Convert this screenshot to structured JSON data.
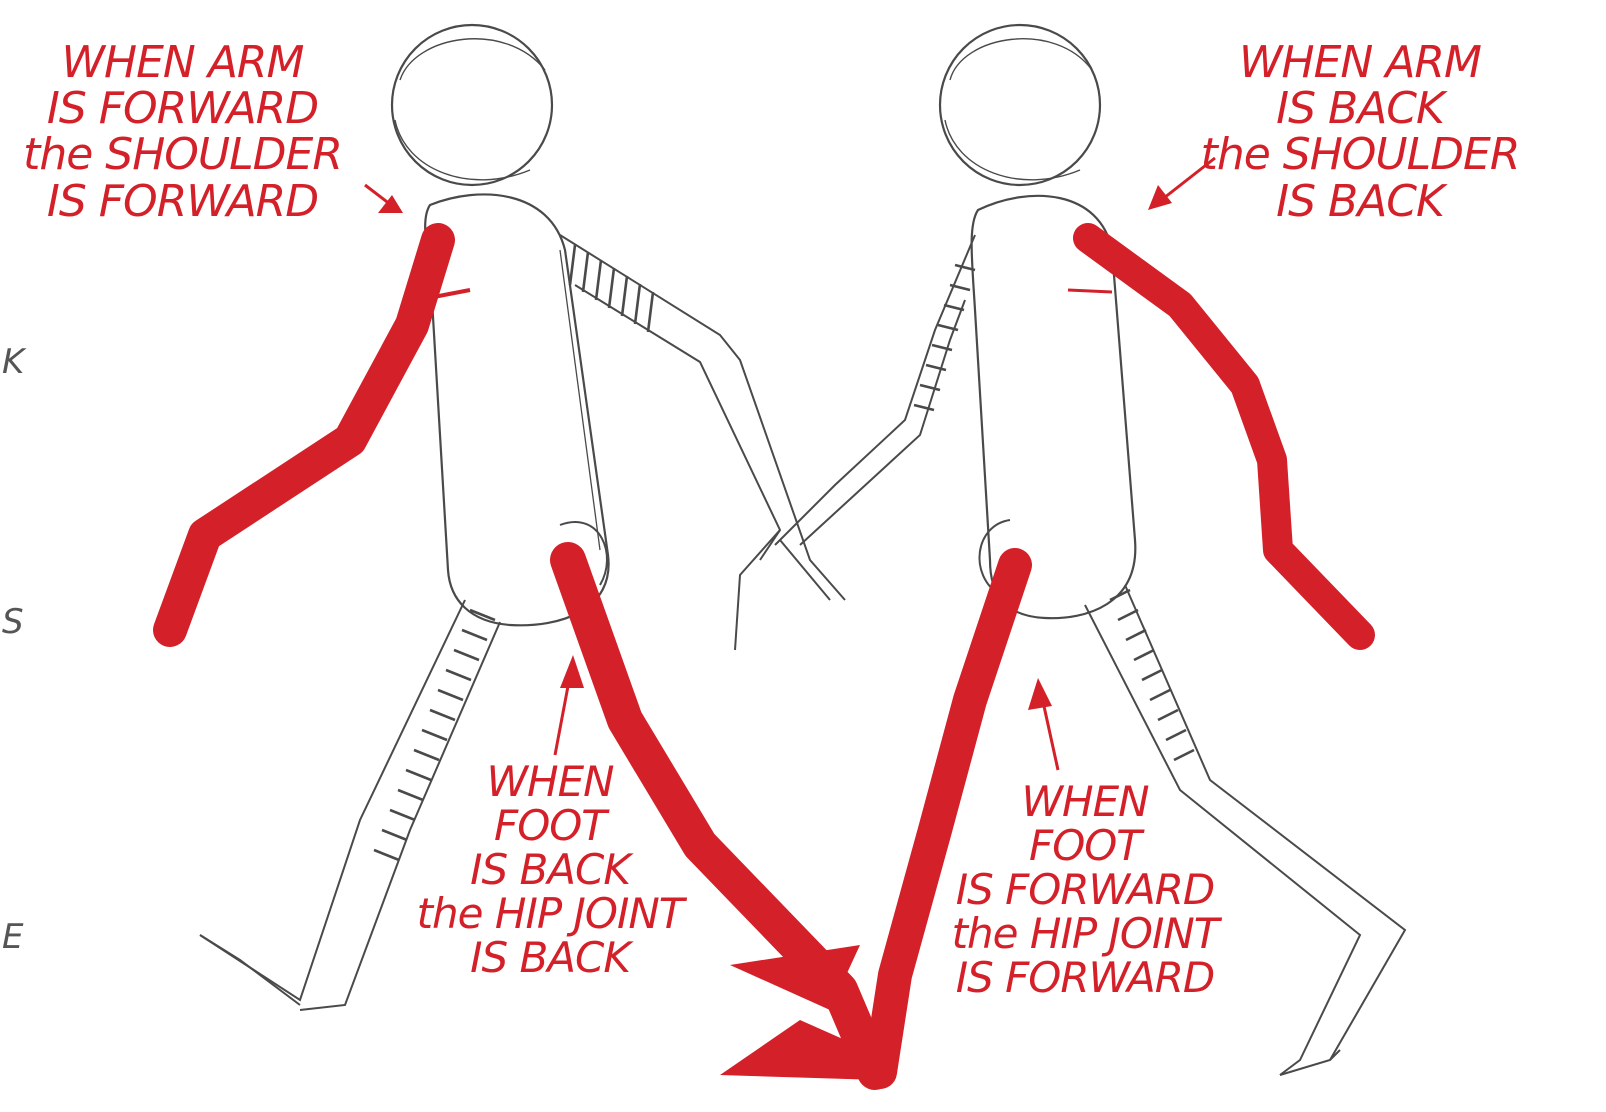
{
  "colors": {
    "pencil": "#4a4a4a",
    "accent": "#d42029",
    "paper": "#ffffff"
  },
  "annotations": {
    "arm_forward": [
      "WHEN ARM",
      "IS FORWARD",
      "the SHOULDER",
      "IS FORWARD"
    ],
    "arm_back": [
      "WHEN ARM",
      "IS BACK",
      "the SHOULDER",
      "IS BACK"
    ],
    "foot_back": [
      "WHEN",
      "FOOT",
      "IS BACK",
      "the HIP JOINT",
      "IS BACK"
    ],
    "foot_forward": [
      "WHEN",
      "FOOT",
      "IS FORWARD",
      "the HIP JOINT",
      "IS FORWARD"
    ]
  },
  "edge_fragments": [
    "K",
    "S",
    "E"
  ]
}
